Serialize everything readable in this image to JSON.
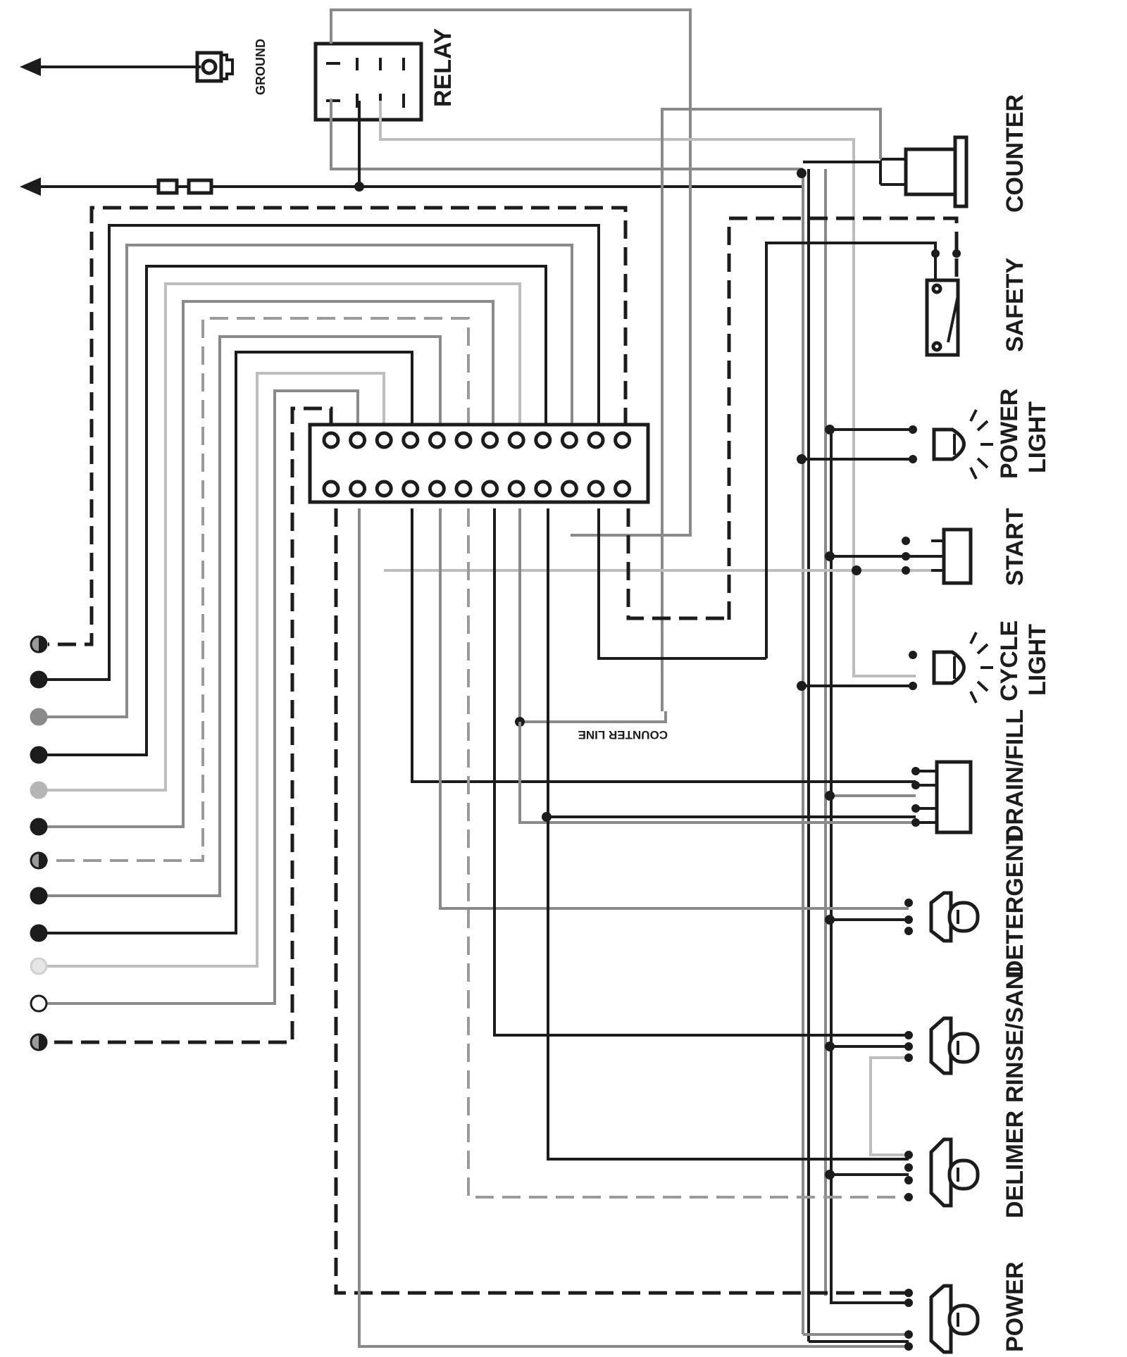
{
  "labels": {
    "ground": "GROUND",
    "relay": "RELAY",
    "counter": "COUNTER",
    "safety": "SAFETY",
    "power_light_1": "POWER",
    "power_light_2": "LIGHT",
    "start": "START",
    "cycle_light_1": "CYCLE",
    "cycle_light_2": "LIGHT",
    "counter_line": "COUNTER LINE",
    "drain_fill": "DRAIN/FILL",
    "detergent": "DETERGENT",
    "rinse_sani": "RINSE/SANI",
    "delimer": "DELIMER",
    "power": "POWER"
  },
  "colors": {
    "black_wire": "#1c1c1c",
    "gray_wire": "#8a8a8a",
    "light_wire": "#bdbdbd",
    "background": "#ffffff"
  },
  "terminal_block": {
    "columns": 12,
    "rows": 2
  },
  "lead_ends": [
    {
      "icon": "half-filled-circle"
    },
    {
      "icon": "filled-circle"
    },
    {
      "icon": "gray-circle"
    },
    {
      "icon": "filled-circle"
    },
    {
      "icon": "light-gray-circle"
    },
    {
      "icon": "filled-circle"
    },
    {
      "icon": "half-filled-circle"
    },
    {
      "icon": "filled-circle"
    },
    {
      "icon": "filled-circle"
    },
    {
      "icon": "faint-circle"
    },
    {
      "icon": "open-circle"
    },
    {
      "icon": "half-filled-circle"
    }
  ]
}
